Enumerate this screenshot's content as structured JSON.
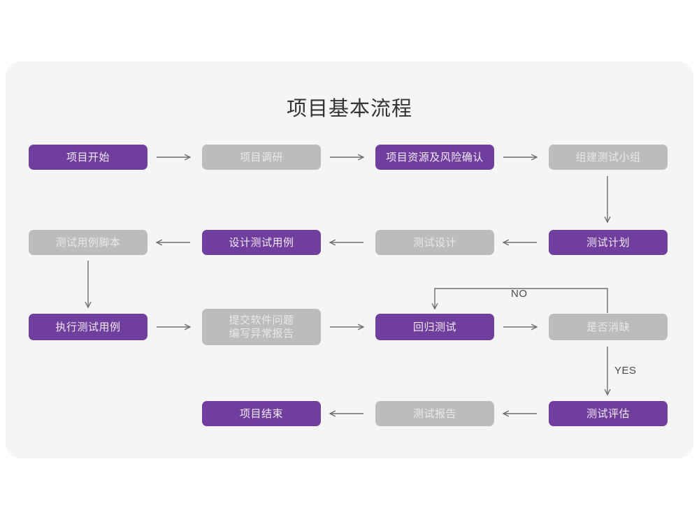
{
  "page": {
    "title": "项目基本流程",
    "background_color": "#ffffff",
    "card_color": "#f5f5f5",
    "accent_purple": "#703f9e",
    "muted_gray": "#bcbcbc",
    "connector_color": "#6e6e6e"
  },
  "chart_data": {
    "type": "diagram",
    "title": "项目基本流程",
    "nodes": [
      {
        "id": "n1",
        "label": "项目开始",
        "style": "purple",
        "row": 1,
        "col": 1
      },
      {
        "id": "n2",
        "label": "项目调研",
        "style": "gray",
        "row": 1,
        "col": 2
      },
      {
        "id": "n3",
        "label": "项目资源及风险确认",
        "style": "purple",
        "row": 1,
        "col": 3
      },
      {
        "id": "n4",
        "label": "组建测试小组",
        "style": "gray",
        "row": 1,
        "col": 4
      },
      {
        "id": "n5",
        "label": "测试用例脚本",
        "style": "gray",
        "row": 2,
        "col": 1
      },
      {
        "id": "n6",
        "label": "设计测试用例",
        "style": "purple",
        "row": 2,
        "col": 2
      },
      {
        "id": "n7",
        "label": "测试设计",
        "style": "gray",
        "row": 2,
        "col": 3
      },
      {
        "id": "n8",
        "label": "测试计划",
        "style": "purple",
        "row": 2,
        "col": 4
      },
      {
        "id": "n9",
        "label": "执行测试用例",
        "style": "purple",
        "row": 3,
        "col": 1
      },
      {
        "id": "n10",
        "label": "提交软件问题\n编写异常报告",
        "style": "gray",
        "row": 3,
        "col": 2
      },
      {
        "id": "n11",
        "label": "回归测试",
        "style": "purple",
        "row": 3,
        "col": 3
      },
      {
        "id": "n12",
        "label": "是否消缺",
        "style": "gray",
        "row": 3,
        "col": 4
      },
      {
        "id": "n13",
        "label": "项目结束",
        "style": "purple",
        "row": 4,
        "col": 2
      },
      {
        "id": "n14",
        "label": "测试报告",
        "style": "gray",
        "row": 4,
        "col": 3
      },
      {
        "id": "n15",
        "label": "测试评估",
        "style": "purple",
        "row": 4,
        "col": 4
      }
    ],
    "edges": [
      {
        "from": "n1",
        "to": "n2",
        "label": "",
        "direction": "right"
      },
      {
        "from": "n2",
        "to": "n3",
        "label": "",
        "direction": "right"
      },
      {
        "from": "n3",
        "to": "n4",
        "label": "",
        "direction": "right"
      },
      {
        "from": "n4",
        "to": "n8",
        "label": "",
        "direction": "down"
      },
      {
        "from": "n8",
        "to": "n7",
        "label": "",
        "direction": "left"
      },
      {
        "from": "n7",
        "to": "n6",
        "label": "",
        "direction": "left"
      },
      {
        "from": "n6",
        "to": "n5",
        "label": "",
        "direction": "left"
      },
      {
        "from": "n5",
        "to": "n9",
        "label": "",
        "direction": "down"
      },
      {
        "from": "n9",
        "to": "n10",
        "label": "",
        "direction": "right"
      },
      {
        "from": "n10",
        "to": "n11",
        "label": "",
        "direction": "right"
      },
      {
        "from": "n11",
        "to": "n12",
        "label": "",
        "direction": "right"
      },
      {
        "from": "n12",
        "to": "n11",
        "label": "NO",
        "direction": "loop-up-left-down"
      },
      {
        "from": "n12",
        "to": "n15",
        "label": "YES",
        "direction": "down"
      },
      {
        "from": "n15",
        "to": "n14",
        "label": "",
        "direction": "left"
      },
      {
        "from": "n14",
        "to": "n13",
        "label": "",
        "direction": "left"
      }
    ],
    "labels": {
      "no": "NO",
      "yes": "YES"
    }
  }
}
